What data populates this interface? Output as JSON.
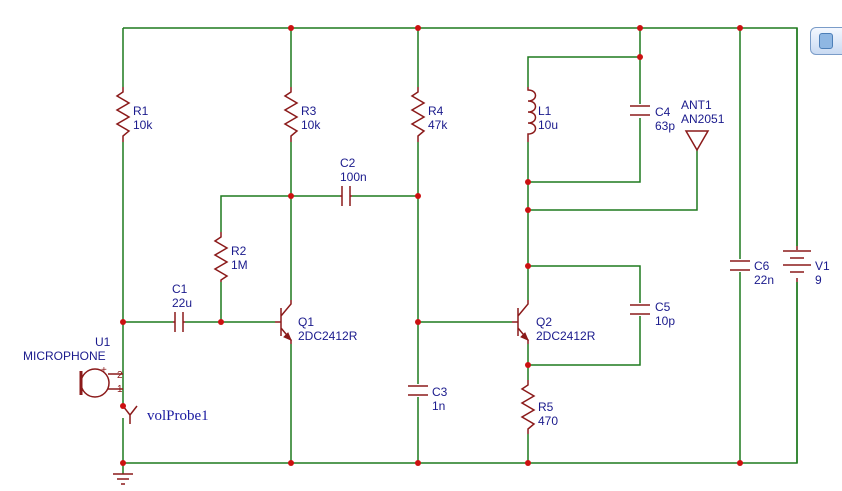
{
  "components": {
    "r1": {
      "ref": "R1",
      "value": "10k"
    },
    "r2": {
      "ref": "R2",
      "value": "1M"
    },
    "r3": {
      "ref": "R3",
      "value": "10k"
    },
    "r4": {
      "ref": "R4",
      "value": "47k"
    },
    "r5": {
      "ref": "R5",
      "value": "470"
    },
    "c1": {
      "ref": "C1",
      "value": "22u"
    },
    "c2": {
      "ref": "C2",
      "value": "100n"
    },
    "c3": {
      "ref": "C3",
      "value": "1n"
    },
    "c4": {
      "ref": "C4",
      "value": "63p"
    },
    "c5": {
      "ref": "C5",
      "value": "10p"
    },
    "c6": {
      "ref": "C6",
      "value": "22n"
    },
    "l1": {
      "ref": "L1",
      "value": "10u"
    },
    "q1": {
      "ref": "Q1",
      "value": "2DC2412R"
    },
    "q2": {
      "ref": "Q2",
      "value": "2DC2412R"
    },
    "u1": {
      "ref": "U1",
      "value": "MICROPHONE",
      "pin2": "2",
      "pin1": "1"
    },
    "ant1": {
      "ref": "ANT1",
      "value": "AN2051"
    },
    "v1": {
      "ref": "V1",
      "value": "9"
    },
    "probe": {
      "label": "volProbe1"
    }
  },
  "colors": {
    "wire": "#1f7a1f",
    "part": "#8b1a1a",
    "junction": "#cc1111",
    "label": "#1a1a8c"
  },
  "icons": {
    "side_button": "panel-toggle-icon"
  }
}
